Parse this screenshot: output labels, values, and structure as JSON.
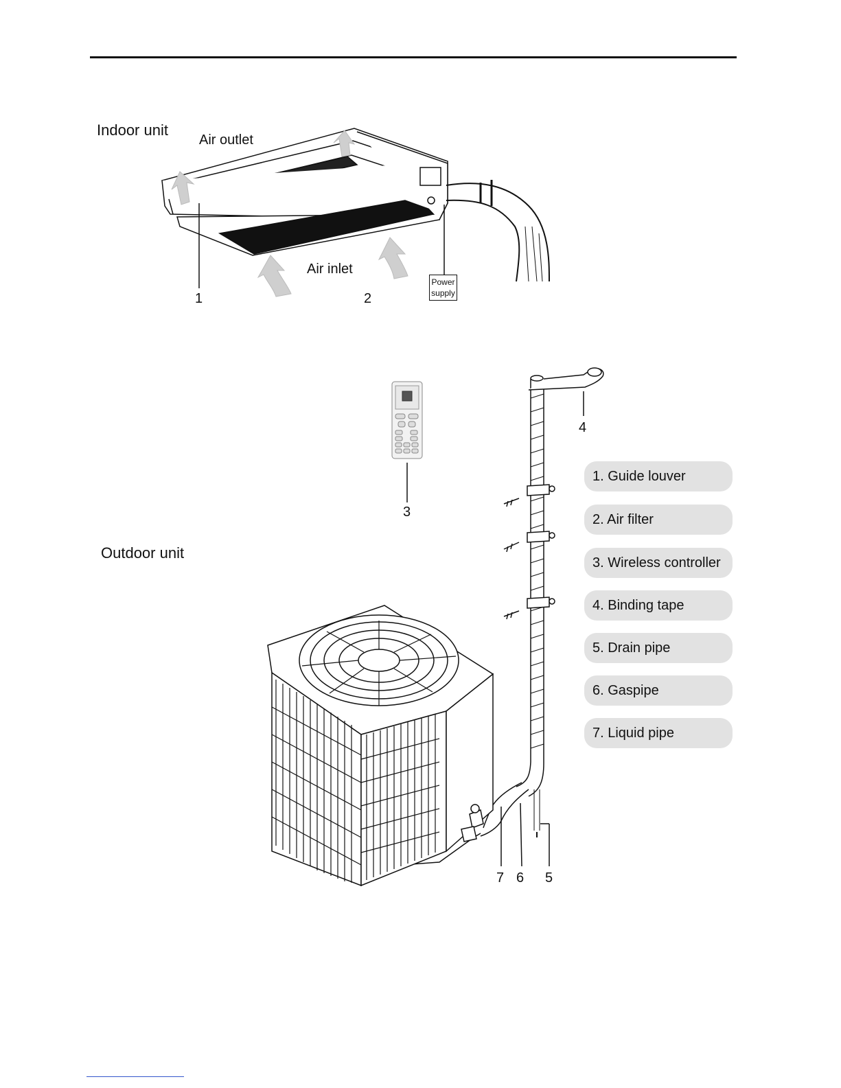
{
  "sections": {
    "indoor_title": "Indoor unit",
    "outdoor_title": "Outdoor unit"
  },
  "indoor": {
    "air_outlet": "Air outlet",
    "air_inlet": "Air inlet",
    "power_supply_line1": "Power",
    "power_supply_line2": "supply",
    "callout_1": "1",
    "callout_2": "2"
  },
  "outdoor": {
    "callout_3": "3",
    "callout_4": "4",
    "callout_5": "5",
    "callout_6": "6",
    "callout_7": "7"
  },
  "legend": [
    {
      "label": "1. Guide louver"
    },
    {
      "label": "2. Air filter"
    },
    {
      "label": "3. Wireless controller"
    },
    {
      "label": "4. Binding tape"
    },
    {
      "label": "5. Drain pipe"
    },
    {
      "label": "6. Gaspipe"
    },
    {
      "label": "7. Liquid pipe"
    }
  ],
  "colors": {
    "legend_fill": "#e2e2e2",
    "line": "#111111",
    "arrow_fill": "#cfcfcf",
    "filter_fill": "#111111"
  }
}
